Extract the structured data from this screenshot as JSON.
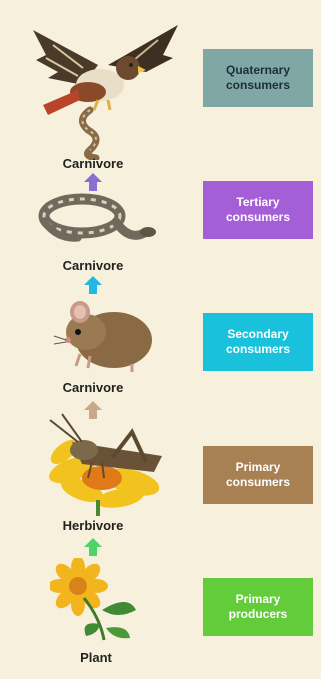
{
  "levels": [
    {
      "line1": "Quaternary",
      "line2": "consumers",
      "color": "#7fa8a5",
      "text_color": "#1d2f3a"
    },
    {
      "line1": "Tertiary",
      "line2": "consumers",
      "color": "#a45fd6",
      "text_color": "#ffffff"
    },
    {
      "line1": "Secondary",
      "line2": "consumers",
      "color": "#19c1dc",
      "text_color": "#ffffff"
    },
    {
      "line1": "Primary",
      "line2": "consumers",
      "color": "#a88152",
      "text_color": "#ffffff"
    },
    {
      "line1": "Primary",
      "line2": "producers",
      "color": "#62cc3a",
      "text_color": "#ffffff"
    }
  ],
  "organisms": [
    {
      "label": "Carnivore",
      "icon": "hawk-icon"
    },
    {
      "label": "Carnivore",
      "icon": "snake-icon"
    },
    {
      "label": "Carnivore",
      "icon": "mouse-icon"
    },
    {
      "label": "Herbivore",
      "icon": "grasshopper-icon"
    },
    {
      "label": "Plant",
      "icon": "plant-icon"
    }
  ],
  "arrows": [
    {
      "color": "#8b6fd0"
    },
    {
      "color": "#22b8e0"
    },
    {
      "color": "#c7a888"
    },
    {
      "color": "#4fd46a"
    }
  ]
}
